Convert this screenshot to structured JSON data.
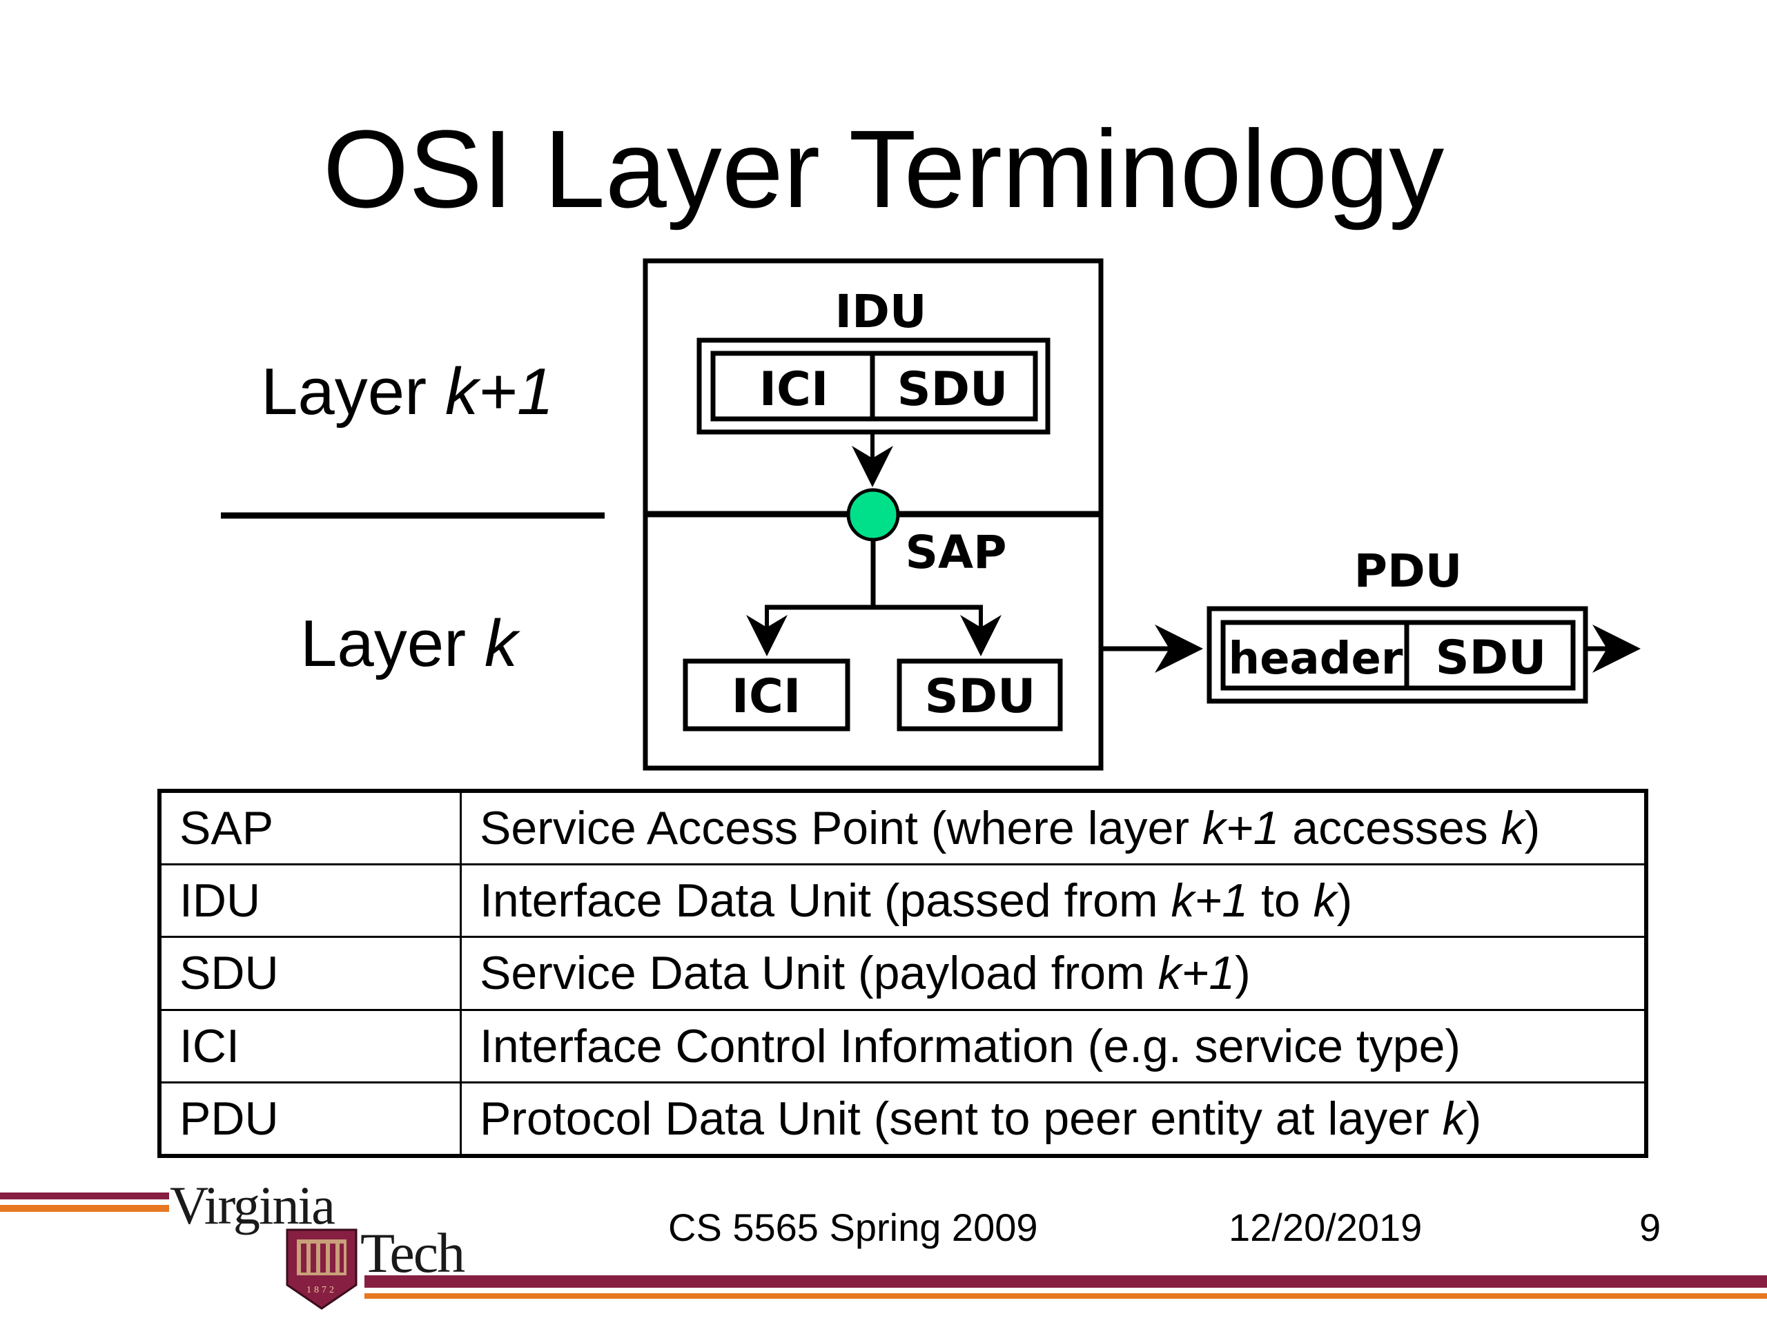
{
  "title": "OSI Layer Terminology",
  "layers": {
    "upper": {
      "prefix": "Layer ",
      "var": "k+1"
    },
    "lower": {
      "prefix": "Layer ",
      "var": "k"
    }
  },
  "diagram": {
    "idu": "IDU",
    "ici_upper": "ICI",
    "sdu_upper": "SDU",
    "sap": "SAP",
    "ici_lower": "ICI",
    "sdu_lower": "SDU",
    "pdu": "PDU",
    "pdu_header": "header",
    "pdu_sdu": "SDU",
    "sap_color": "#00e08a"
  },
  "glossary": [
    {
      "abbr": "SAP",
      "parts": [
        {
          "t": "Service Access Point (where layer "
        },
        {
          "t": "k+1",
          "i": true
        },
        {
          "t": " accesses "
        },
        {
          "t": "k",
          "i": true
        },
        {
          "t": ")"
        }
      ]
    },
    {
      "abbr": "IDU",
      "parts": [
        {
          "t": "Interface Data Unit (passed from "
        },
        {
          "t": "k+1",
          "i": true
        },
        {
          "t": " to "
        },
        {
          "t": "k",
          "i": true
        },
        {
          "t": ")"
        }
      ]
    },
    {
      "abbr": "SDU",
      "parts": [
        {
          "t": "Service Data Unit (payload from "
        },
        {
          "t": "k+1",
          "i": true
        },
        {
          "t": ")"
        }
      ]
    },
    {
      "abbr": "ICI",
      "parts": [
        {
          "t": "Interface Control Information (e.g. service type)"
        }
      ]
    },
    {
      "abbr": "PDU",
      "parts": [
        {
          "t": "Protocol Data Unit (sent to peer entity at layer "
        },
        {
          "t": "k",
          "i": true
        },
        {
          "t": ")"
        }
      ]
    }
  ],
  "footer": {
    "course": "CS 5565 Spring 2009",
    "date": "12/20/2019",
    "page": "9",
    "logo_line1": "Virginia",
    "logo_line2": "Tech",
    "seal_year": "1872",
    "maroon": "#861f41",
    "orange": "#e87722"
  }
}
